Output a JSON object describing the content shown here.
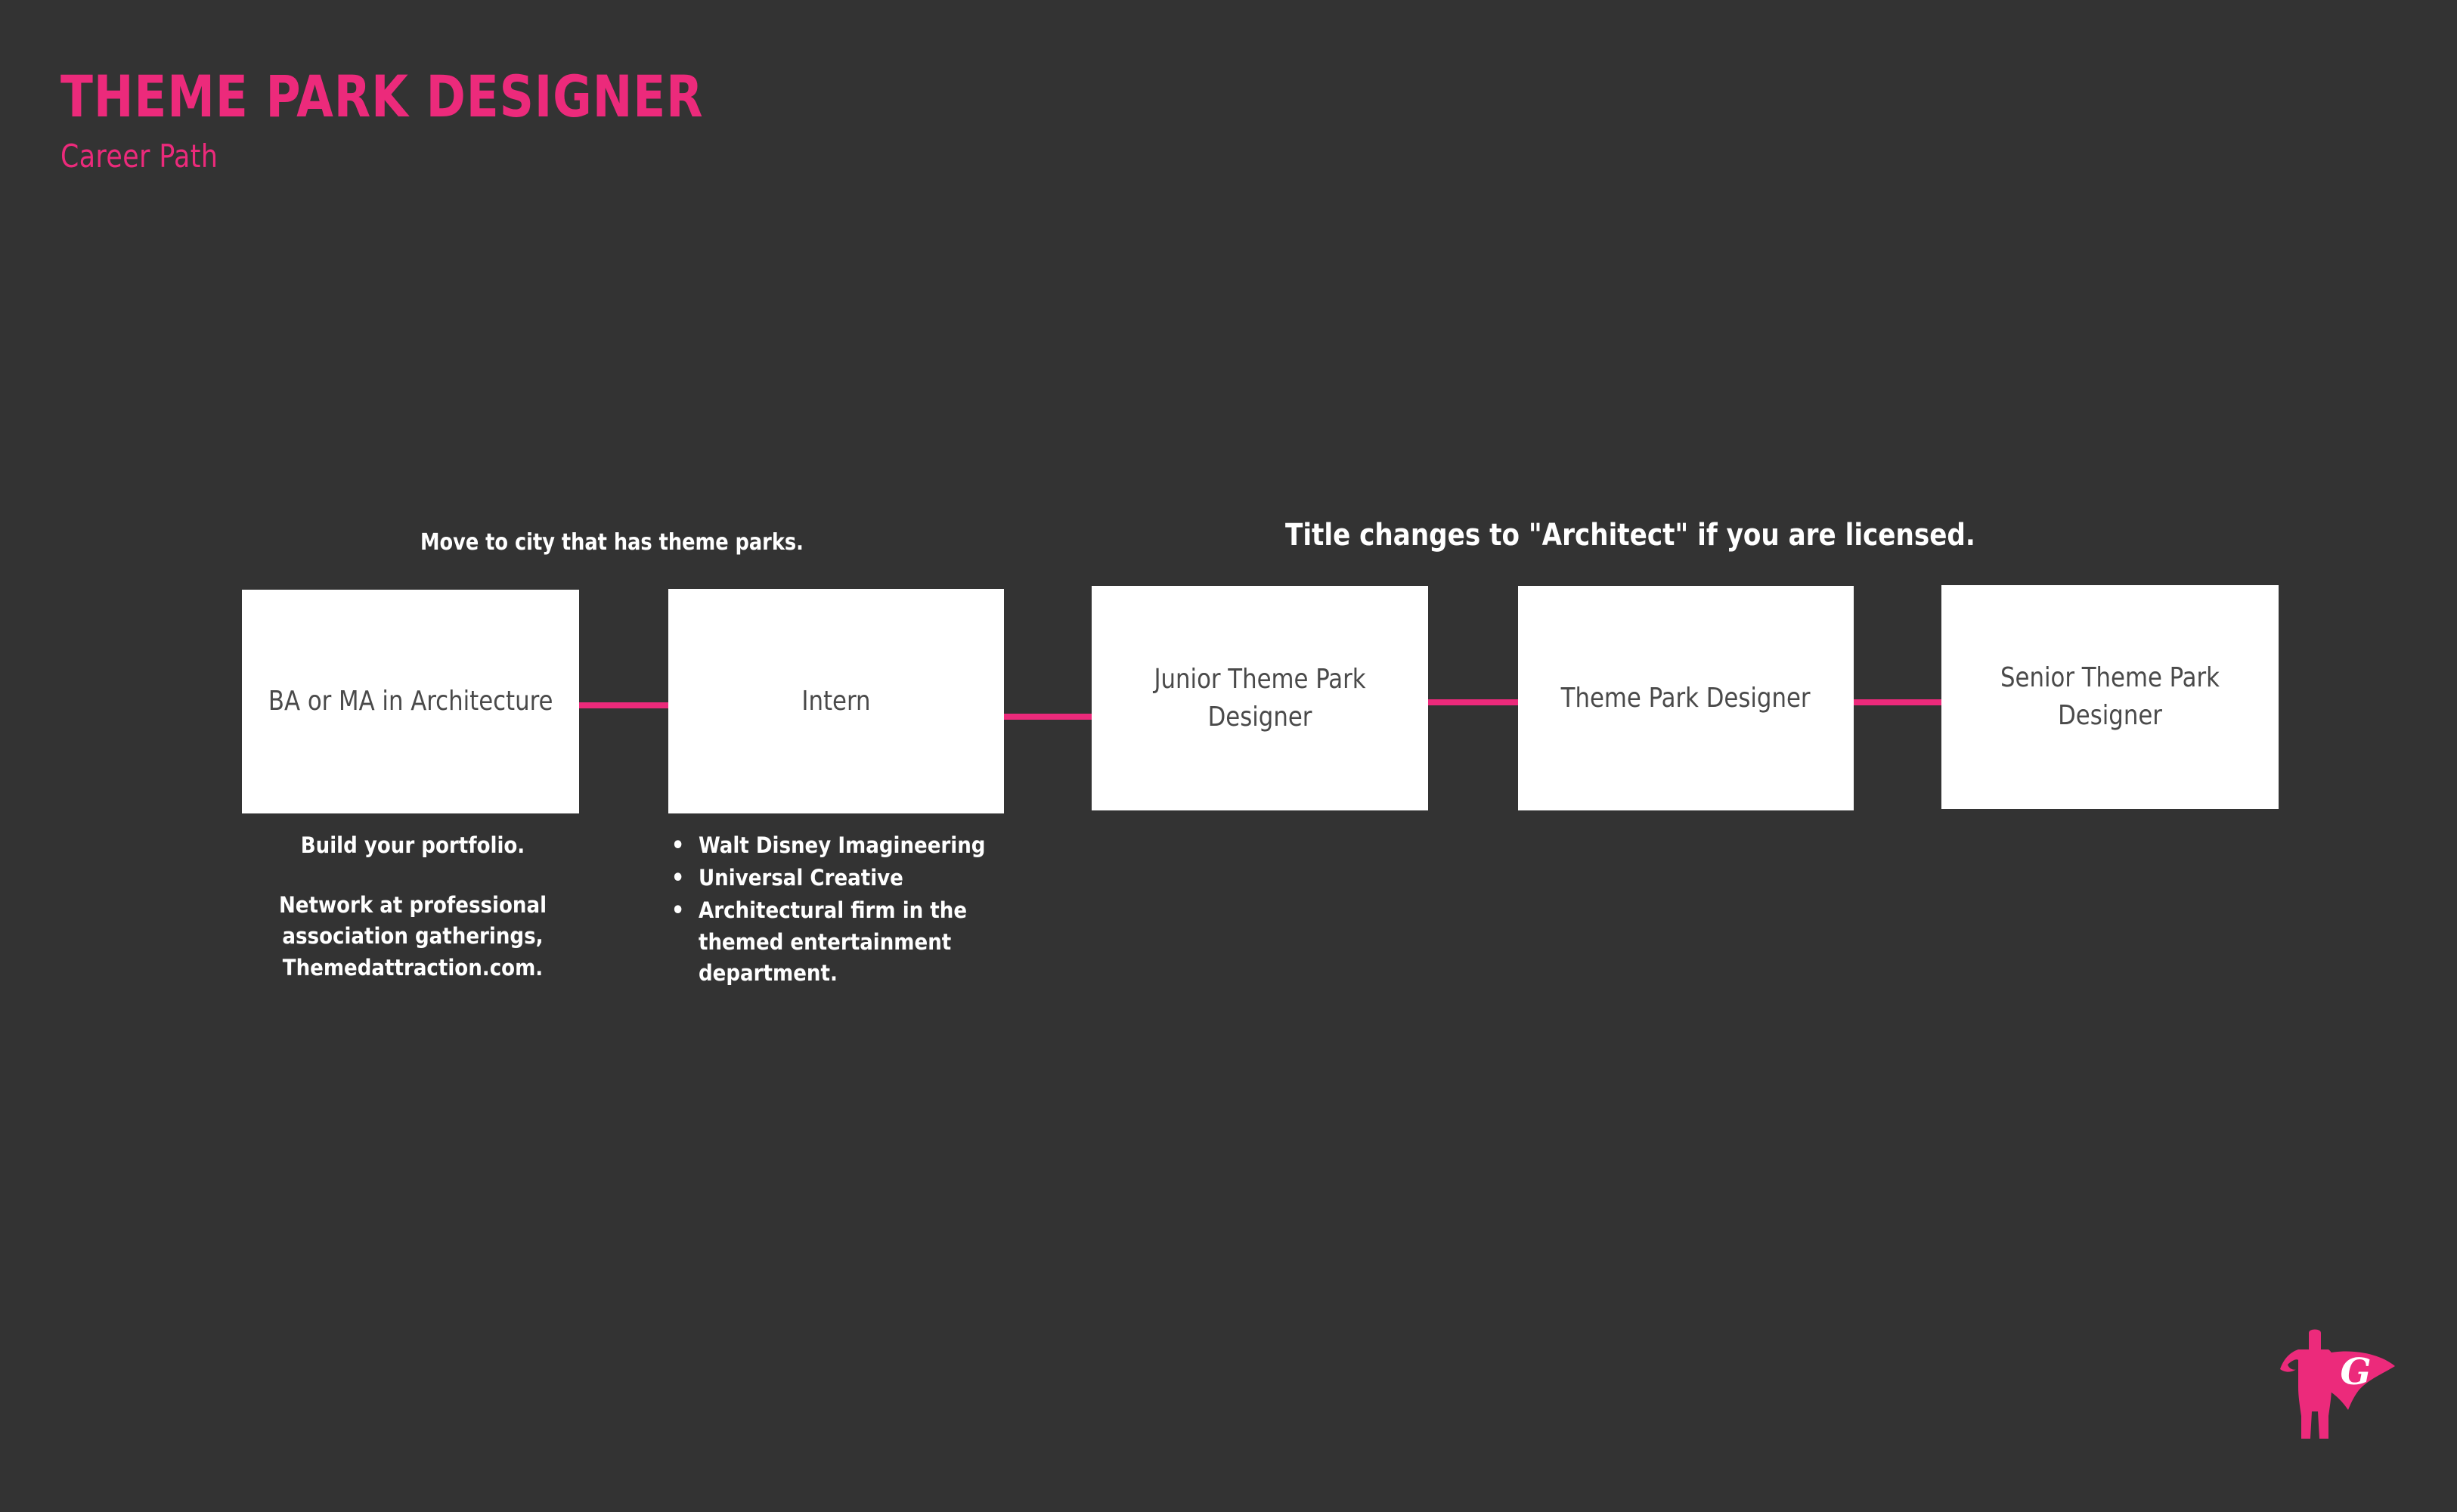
{
  "header": {
    "title": "THEME PARK DESIGNER",
    "subtitle": "Career Path"
  },
  "colors": {
    "background": "#333333",
    "accent_pink": "#ec2a7b",
    "box_fill": "#ffffff",
    "box_text": "#4a4a4a",
    "caption_text": "#ffffff"
  },
  "captions": {
    "move_to_city": "Move to city that has theme parks.",
    "architect_note": "Title changes to \"Architect\" if you are licensed."
  },
  "flow": {
    "steps": [
      {
        "label": "BA or MA in Architecture"
      },
      {
        "label": "Intern"
      },
      {
        "label": "Junior Theme Park Designer"
      },
      {
        "label": "Theme Park Designer"
      },
      {
        "label": "Senior Theme Park Designer"
      }
    ]
  },
  "notes": {
    "degree": {
      "line_1": "Build your portfolio.",
      "line_2": "Network at professional association gatherings, Themedattraction.com."
    },
    "intern_bullets": [
      "Walt Disney Imagineering",
      "Universal Creative",
      "Architectural firm in the themed entertainment department."
    ]
  },
  "logo": {
    "letter": "G",
    "name": "superhero-logo"
  }
}
